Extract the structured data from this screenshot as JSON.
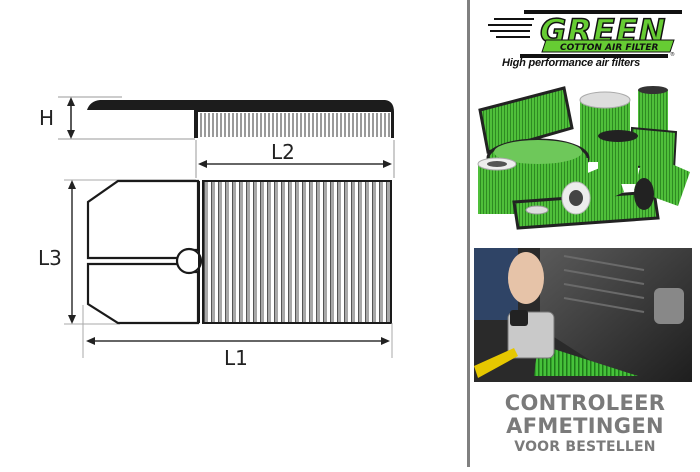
{
  "diagram": {
    "title": "Panel air filter dimension diagram",
    "labels": {
      "height": "H",
      "length2": "L2",
      "length3": "L3",
      "length1": "L1"
    },
    "line_color": "#1a1a1a",
    "pleat_color": "#9a9a9a"
  },
  "brand": {
    "logo_text": "GREEN",
    "logo_subtext": "COTTON AIR FILTER",
    "registered_mark": "®",
    "tagline": "High performance air filters",
    "green_color": "#66cc33"
  },
  "images": {
    "products_alt": "Assortment of green cotton air filters",
    "engine_alt": "Measuring air filter with tape measure in engine bay"
  },
  "cta": {
    "line1": "CONTROLEER",
    "line2": "AFMETINGEN",
    "line3": "VOOR BESTELLEN",
    "color": "#7a7a7a"
  },
  "divider_color": "#808080"
}
